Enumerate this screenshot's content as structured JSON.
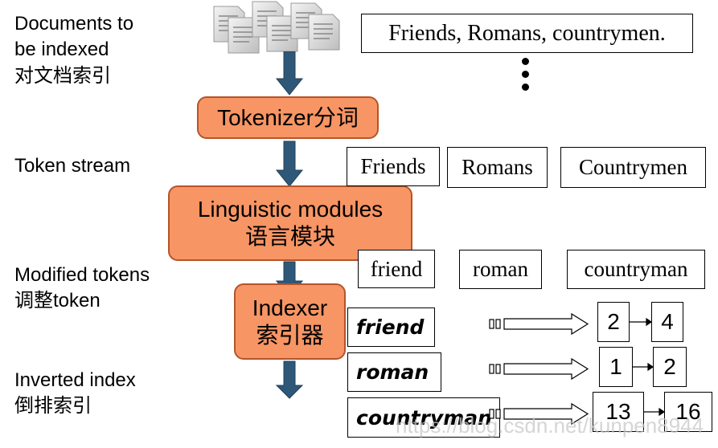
{
  "labels": {
    "docs_l1": "Documents to",
    "docs_l2": "be indexed",
    "docs_l3": "对文档索引",
    "token_stream": "Token stream",
    "modified_l1": "Modified tokens",
    "modified_l2": "调整token",
    "inverted_l1": "Inverted index",
    "inverted_l2": "倒排索引"
  },
  "sentence": "Friends, Romans, countrymen.",
  "processes": {
    "tokenizer": "Tokenizer分词",
    "linguistic_l1": "Linguistic modules",
    "linguistic_l2": "语言模块",
    "indexer_l1": "Indexer",
    "indexer_l2": "索引器"
  },
  "tokens": [
    "Friends",
    "Romans",
    "Countrymen"
  ],
  "modified_tokens": [
    "friend",
    "roman",
    "countryman"
  ],
  "index": [
    {
      "term": "friend",
      "postings": [
        "2",
        "4"
      ]
    },
    {
      "term": "roman",
      "postings": [
        "1",
        "2"
      ]
    },
    {
      "term": "countryman",
      "postings": [
        "13",
        "16"
      ]
    }
  ],
  "watermark": "https://blog.csdn.net/kunpen8944",
  "colors": {
    "process_fill": "#f79564",
    "process_border": "#b5542a",
    "arrow": "#2f5878"
  }
}
